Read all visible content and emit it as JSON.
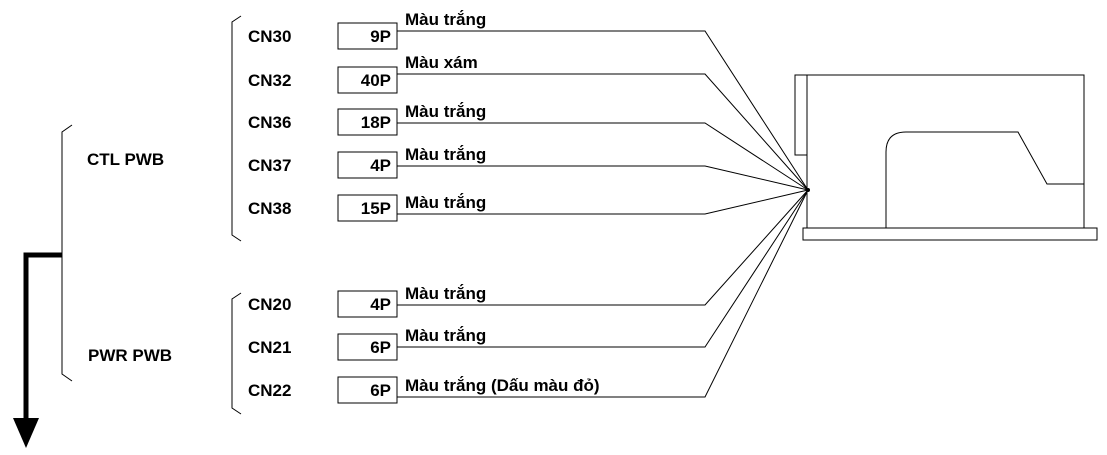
{
  "groups": [
    {
      "name": "CTL PWB",
      "connectors": [
        {
          "id": "CN30",
          "pins": "9P",
          "color": "Màu trắng"
        },
        {
          "id": "CN32",
          "pins": "40P",
          "color": "Màu xám"
        },
        {
          "id": "CN36",
          "pins": "18P",
          "color": "Màu trắng"
        },
        {
          "id": "CN37",
          "pins": "4P",
          "color": "Màu trắng"
        },
        {
          "id": "CN38",
          "pins": "15P",
          "color": "Màu trắng"
        }
      ]
    },
    {
      "name": "PWR PWB",
      "connectors": [
        {
          "id": "CN20",
          "pins": "4P",
          "color": "Màu trắng"
        },
        {
          "id": "CN21",
          "pins": "6P",
          "color": "Màu trắng"
        },
        {
          "id": "CN22",
          "pins": "6P",
          "color": "Màu trắng (Dấu màu đỏ)"
        }
      ]
    }
  ],
  "icons": {
    "machine": "sewing-machine-icon",
    "arrow": "arrow-down-icon"
  }
}
